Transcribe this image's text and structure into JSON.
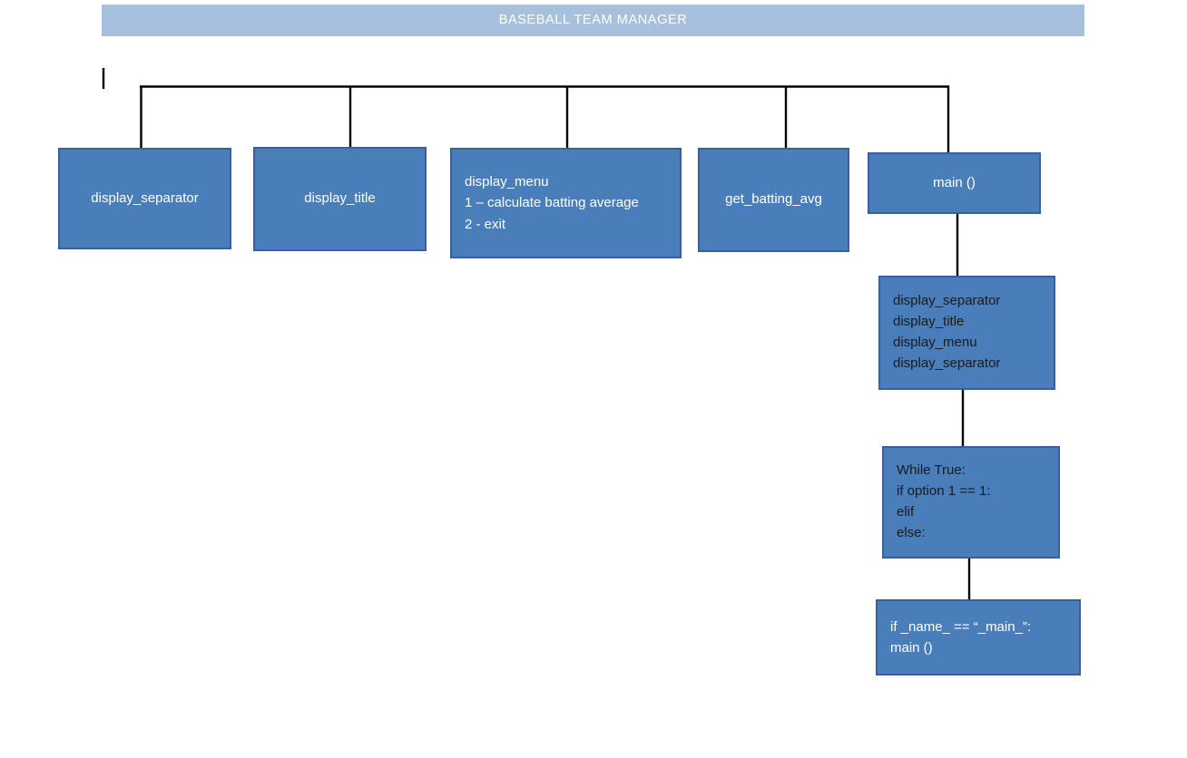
{
  "header": {
    "title": "BASEBALL TEAM MANAGER",
    "background_color": "#A7C0DE",
    "text_color": "#FFFFFF"
  },
  "theme": {
    "box_fill": "#4A7EBB",
    "box_border": "#3A6098",
    "connector_color": "#000000",
    "light_text": "#FFFFFF",
    "dark_text": "#1A1A1A",
    "page_background": "#FFFFFF"
  },
  "diagram": {
    "type": "structure-chart",
    "nodes": {
      "display_separator": {
        "lines": [
          "display_separator"
        ],
        "text_color": "#FFFFFF",
        "align": "center"
      },
      "display_title": {
        "lines": [
          "display_title"
        ],
        "text_color": "#FFFFFF",
        "align": "center"
      },
      "display_menu": {
        "lines": [
          "display_menu",
          "1 – calculate batting average",
          "2 - exit"
        ],
        "text_color": "#FFFFFF",
        "align": "left"
      },
      "get_batting_avg": {
        "lines": [
          "get_batting_avg"
        ],
        "text_color": "#FFFFFF",
        "align": "center"
      },
      "main": {
        "lines": [
          "main ()"
        ],
        "text_color": "#FFFFFF",
        "align": "center"
      },
      "main_calls": {
        "lines": [
          "display_separator",
          "display_title",
          "display_menu",
          "display_separator"
        ],
        "text_color": "#1A1A1A",
        "align": "left"
      },
      "while_loop": {
        "lines": [
          "While True:",
          "if option 1 == 1:",
          "elif",
          "else:"
        ],
        "text_color": "#1A1A1A",
        "align": "left"
      },
      "entry_guard": {
        "lines": [
          "if _name_ == “_main_”:",
          "main ()"
        ],
        "text_color": "#FFFFFF",
        "align": "left"
      }
    }
  }
}
